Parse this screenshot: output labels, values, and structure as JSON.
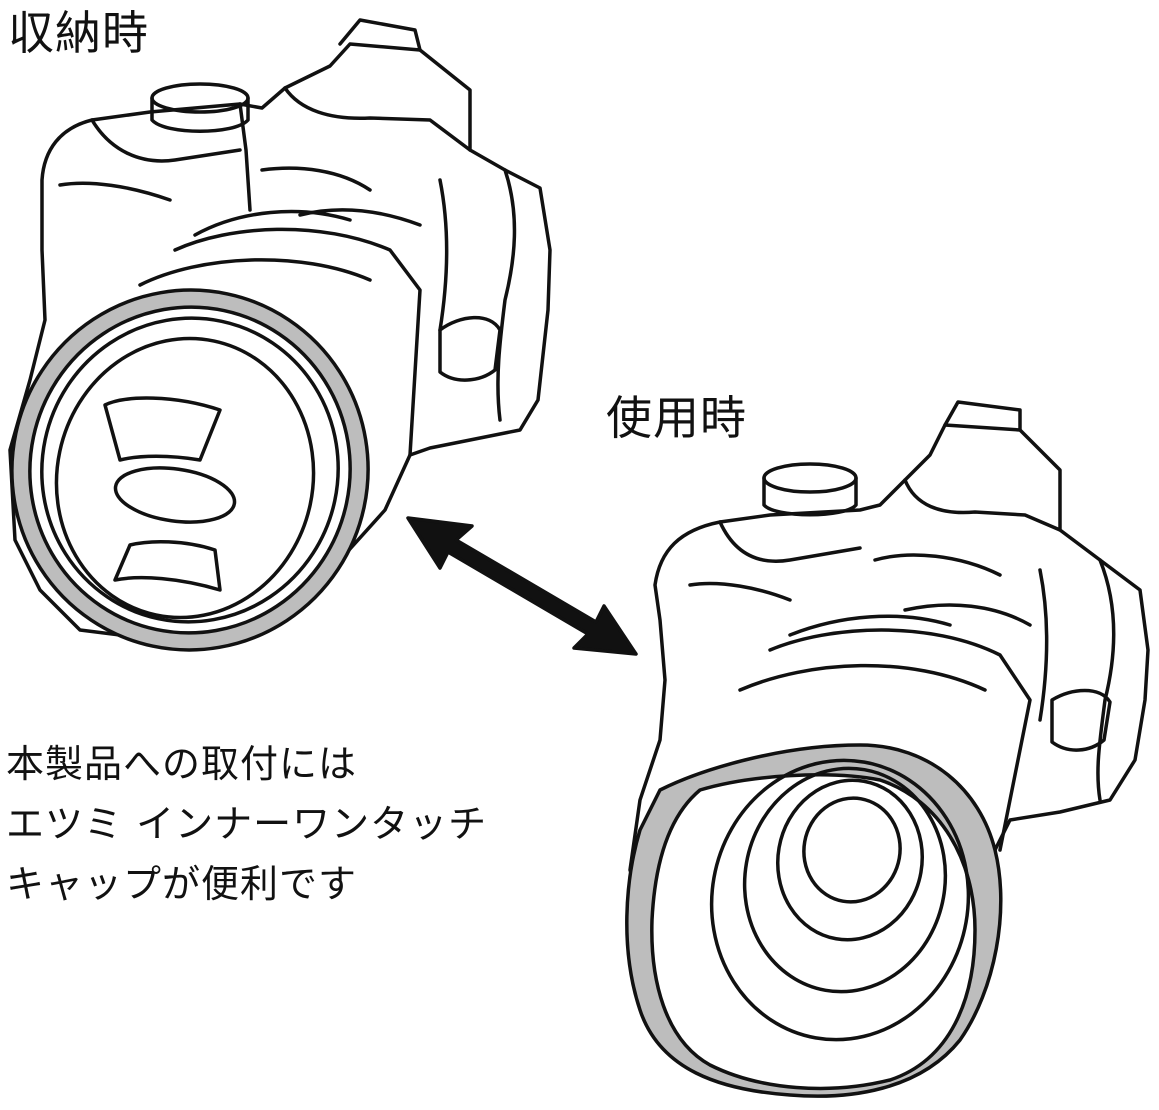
{
  "labels": {
    "stored": "収納時",
    "in_use": "使用時"
  },
  "note": {
    "lines": [
      "本製品への取付には",
      "エツミ インナーワンタッチ",
      "キャップが便利です"
    ]
  },
  "colors": {
    "line": "#111111",
    "hood_gray": "#b8b8b8",
    "background": "#ffffff"
  },
  "icons": {
    "camera_stored": "camera-with-folded-hood-icon",
    "camera_in_use": "camera-with-extended-hood-icon",
    "swap_arrow": "double-headed-arrow-icon"
  }
}
